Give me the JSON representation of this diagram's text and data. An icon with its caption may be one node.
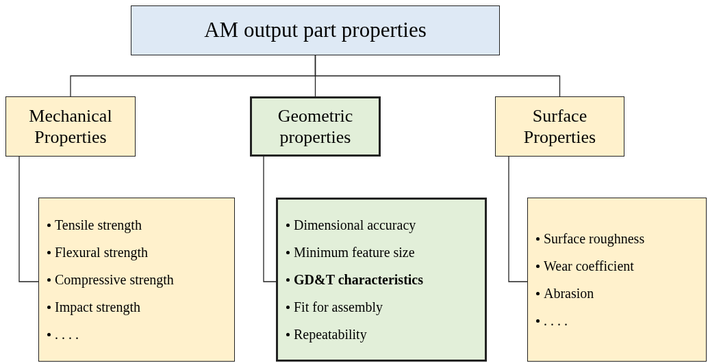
{
  "diagram": {
    "nodes": [
      {
        "text": [
          "AM output part properties"
        ]
      },
      {
        "text": [
          "Mechanical Properties"
        ]
      },
      {
        "text": [
          "Geometric properties"
        ]
      },
      {
        "text": [
          "Surface Properties"
        ]
      },
      {
        "text": [
          "Tensile strength",
          "Flexural strength",
          "Compressive strength",
          "Impact strength",
          ". . . ."
        ]
      },
      {
        "text": [
          "Dimensional accuracy",
          "Minimum feature size",
          "**GD&T characteristics**",
          "Fit for assembly",
          "Repeatability"
        ]
      },
      {
        "text": [
          "Surface roughness",
          "Wear coefficient",
          "Abrasion",
          ". . . ."
        ]
      }
    ],
    "edges": [
      {
        "from": 0,
        "to": 1,
        "arrow": "none"
      },
      {
        "from": 0,
        "to": 2,
        "arrow": "none"
      },
      {
        "from": 0,
        "to": 3,
        "arrow": "none"
      },
      {
        "from": 1,
        "to": 4,
        "arrow": "none"
      },
      {
        "from": 2,
        "to": 5,
        "arrow": "none"
      },
      {
        "from": 3,
        "to": 6,
        "arrow": "none"
      }
    ]
  }
}
